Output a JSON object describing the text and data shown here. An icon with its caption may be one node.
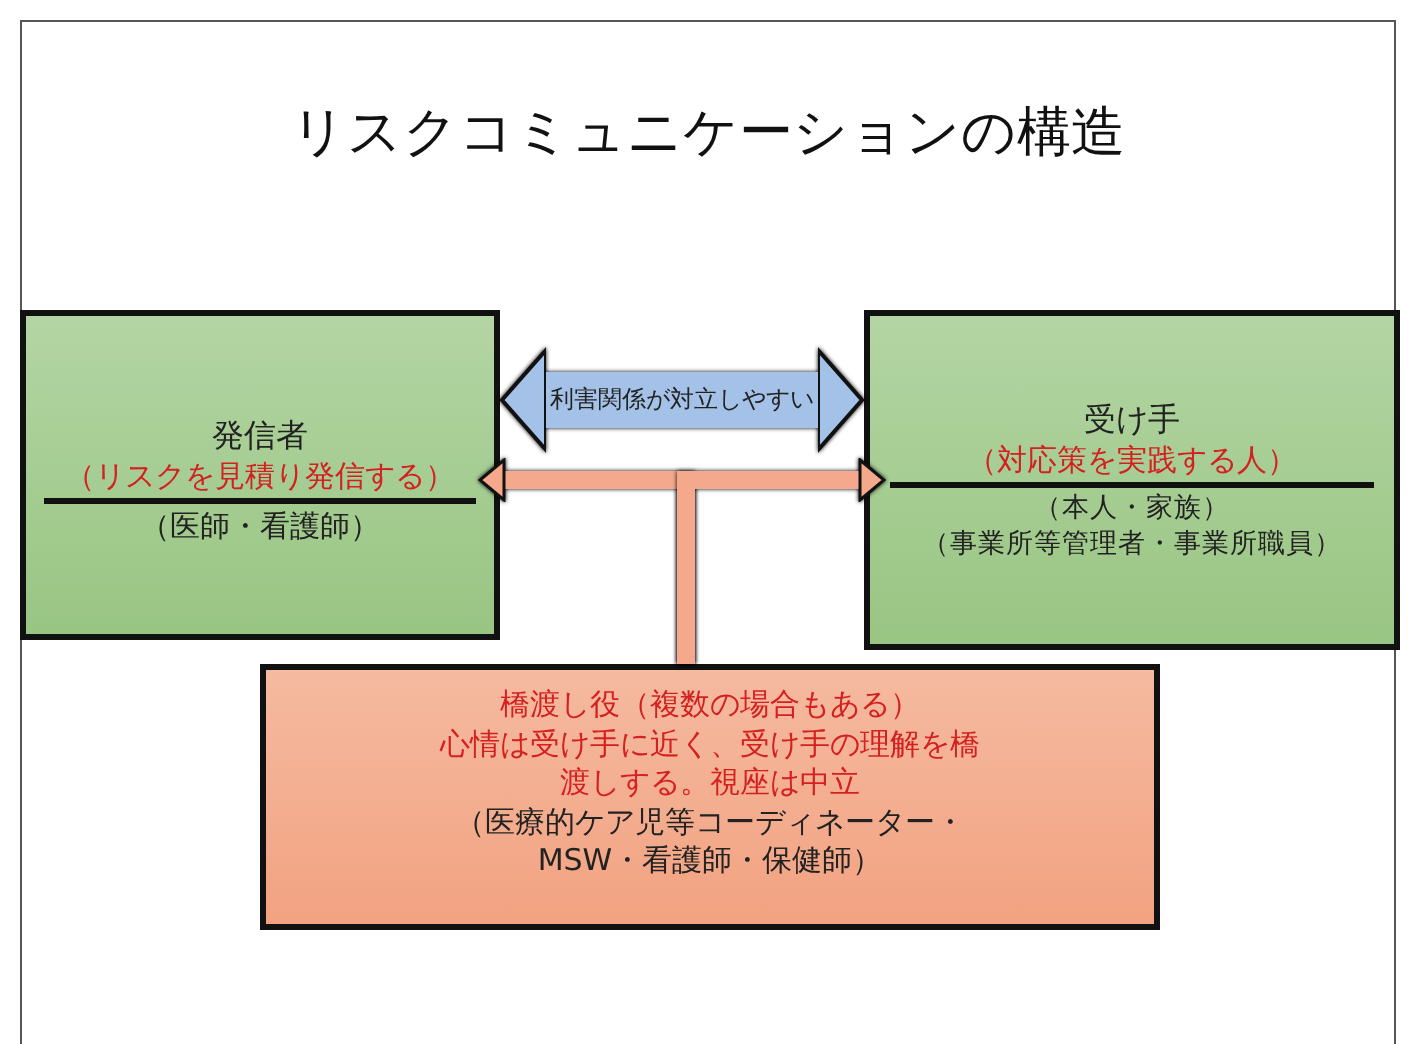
{
  "diagram": {
    "title": "リスクコミュニケーションの構造",
    "nodes": [
      {
        "text": [
          "発信者",
          "（リスクを見積り発信する）",
          "（医師・看護師）"
        ]
      },
      {
        "text": [
          "受け手",
          "（対応策を実践する人）",
          "（本人・家族）",
          "（事業所等管理者・事業所職員）"
        ]
      },
      {
        "text": [
          "橋渡し役（複数の場合もある）",
          "心情は受け手に近く、受け手の理解を橋渡しする。視座は中立",
          "（医療的ケア児等コーディネーター・MSW・看護師・保健師）"
        ]
      }
    ],
    "edges": [
      {
        "from": 0,
        "to": 1,
        "arrow": "both",
        "label": "利害関係が対立しやすい",
        "color": "#a4c2e8",
        "style": "thick"
      },
      {
        "from": 2,
        "to": 0,
        "arrow": "to"
      },
      {
        "from": 2,
        "to": 1,
        "arrow": "to"
      }
    ]
  }
}
